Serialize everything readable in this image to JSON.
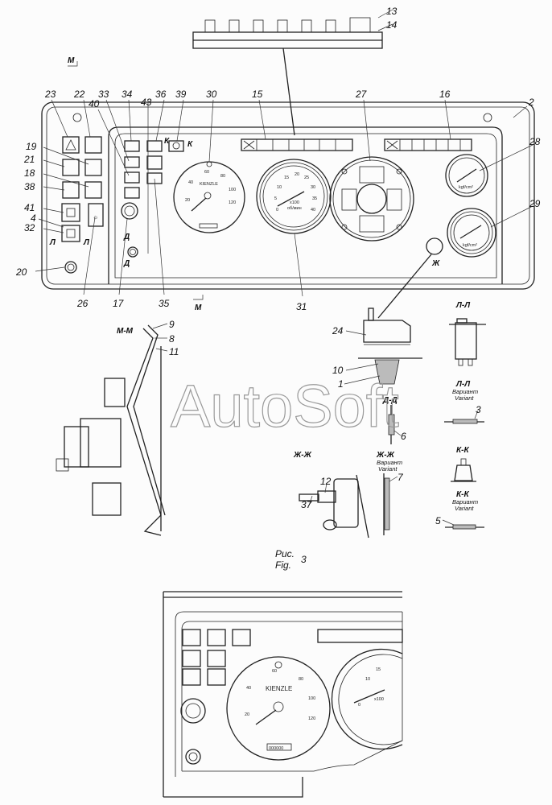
{
  "callouts": {
    "c13": "13",
    "c14": "14",
    "c23": "23",
    "c22": "22",
    "c33": "33",
    "c40": "40",
    "c34": "34",
    "c43": "43",
    "c36": "36",
    "c39": "39",
    "c30": "30",
    "c15": "15",
    "c27": "27",
    "c16": "16",
    "c2": "2",
    "c28": "28",
    "c29": "29",
    "c19": "19",
    "c21": "21",
    "c18": "18",
    "c38": "38",
    "c41": "41",
    "c4": "4",
    "c32": "32",
    "c20": "20",
    "c26": "26",
    "c17": "17",
    "c35": "35",
    "c31": "31",
    "c9": "9",
    "c8": "8",
    "c11": "11",
    "c24": "24",
    "c10": "10",
    "c1": "1",
    "c6": "6",
    "c37": "37",
    "c12": "12",
    "c7": "7",
    "c3": "3",
    "c5": "5"
  },
  "section_marks": {
    "m": "М",
    "k": "К",
    "l": "Л",
    "d": "Д",
    "zh": "Ж"
  },
  "sections": {
    "mm": "М-М",
    "ll": "Л-Л",
    "ll_var": "Л-Л",
    "dd": "Д-Д",
    "zhzh": "Ж-Ж",
    "zhzh_var": "Ж-Ж",
    "kk": "К-К",
    "kk_var": "К-К",
    "variant_ru": "Вариант",
    "variant_en": "Variant"
  },
  "caption": {
    "ru": "Рис.",
    "en": "Fig.",
    "number": "3"
  },
  "gauges": {
    "tacho_brand": "KIENZLE",
    "speed_ticks": [
      "20",
      "40",
      "60",
      "80",
      "100",
      "120"
    ],
    "rpm_ticks": [
      "0",
      "5",
      "10",
      "15",
      "20",
      "25",
      "30",
      "35",
      "40"
    ],
    "rpm_unit": "x100",
    "rpm_unit2": "об/мин",
    "odometer": "000000",
    "pressure_unit": "kgf/cm²"
  },
  "watermark": "AutoSoft"
}
